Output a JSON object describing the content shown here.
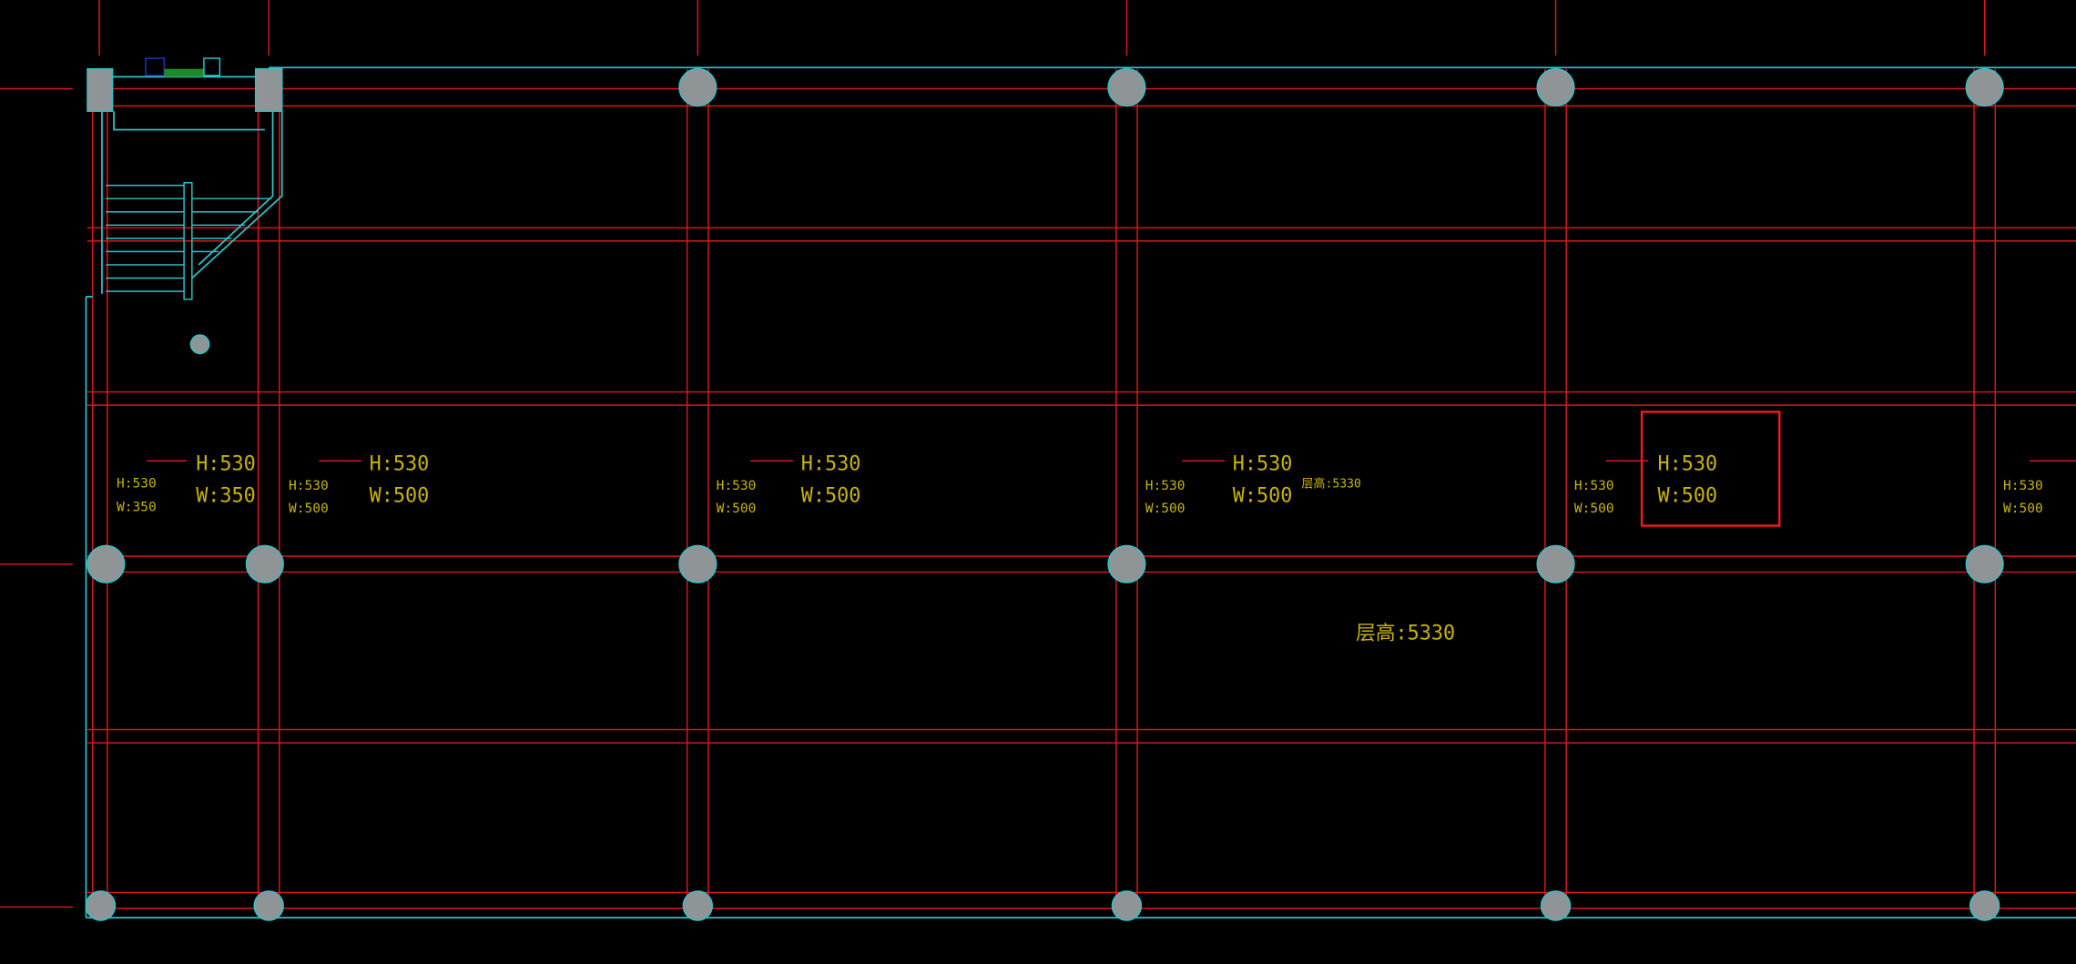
{
  "colors": {
    "background": "#000000",
    "grid": "#e0171b",
    "wall": "#2ec4c9",
    "column_fill": "#8f9496",
    "text": "#c8b400",
    "selection": "#ff1a1a"
  },
  "annotations": {
    "col1_big_h": "H:530",
    "col1_big_w": "W:350",
    "col1_small_h": "H:530",
    "col1_small_w": "W:350",
    "col2_big_h": "H:530",
    "col2_big_w": "W:500",
    "col2_small_h": "H:530",
    "col2_small_w": "W:500",
    "col3_big_h": "H:530",
    "col3_big_w": "W:500",
    "col3_small_h": "H:530",
    "col3_small_w": "W:500",
    "col4_big_h": "H:530",
    "col4_big_w": "W:500",
    "col4_small_h": "H:530",
    "col4_small_w": "W:500",
    "col4_floor_tag": "层高:5330",
    "col5_big_h": "H:530",
    "col5_big_w": "W:500",
    "col5_small_h": "H:530",
    "col5_small_w": "W:500",
    "col6_small_h": "H:530",
    "col6_small_w": "W:500"
  },
  "floor_height_label": "层高:5330",
  "selected_annotation": "col5_big"
}
